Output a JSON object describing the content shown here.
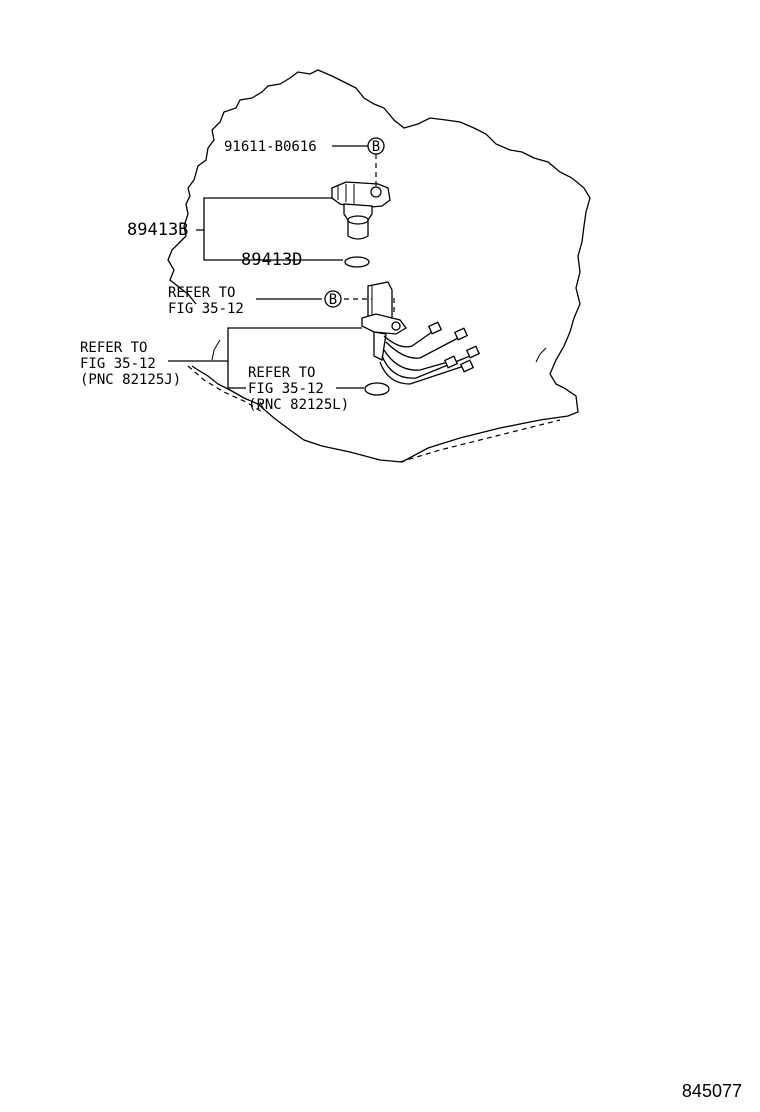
{
  "labels": {
    "bolt": "91611-B0616",
    "sensor_assy": "89413B",
    "oring": "89413D",
    "refer1_line1": "REFER TO",
    "refer1_line2": "FIG 35-12",
    "refer2_line1": "REFER TO",
    "refer2_line2": "FIG 35-12",
    "refer2_line3": "(PNC 82125J)",
    "refer3_line1": "REFER TO",
    "refer3_line2": "FIG 35-12",
    "refer3_line3": "(PNC 82125L)",
    "marker_b": "B"
  },
  "figure_id": "845077"
}
